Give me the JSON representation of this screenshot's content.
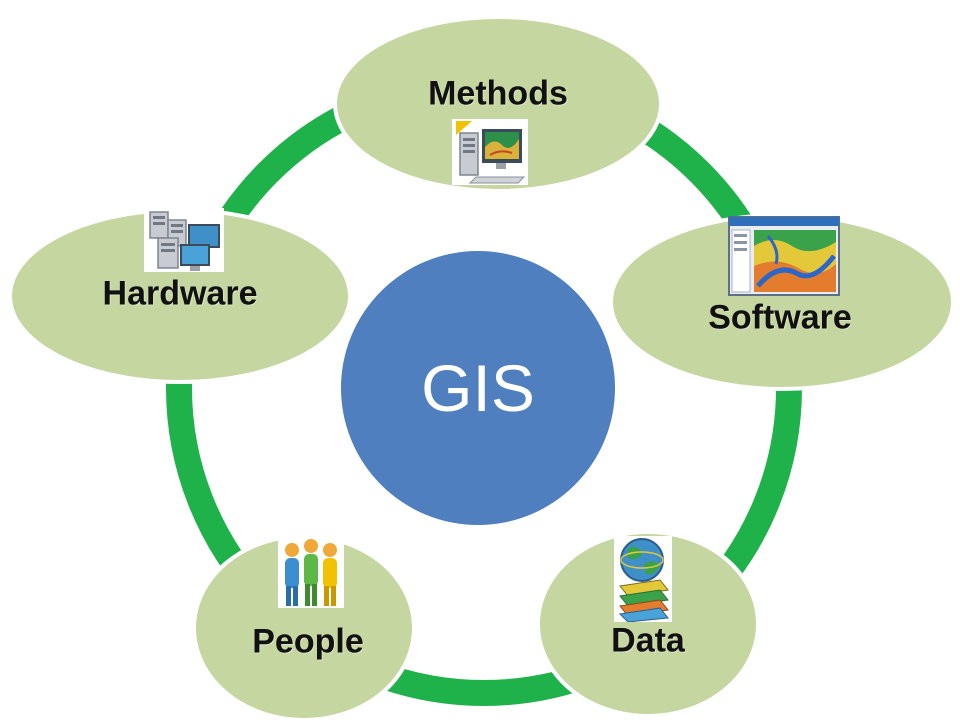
{
  "diagram": {
    "center": {
      "label": "GIS"
    },
    "nodes": [
      {
        "id": "methods",
        "label": "Methods",
        "icon": "computer-workstation-icon"
      },
      {
        "id": "software",
        "label": "Software",
        "icon": "map-software-window-icon"
      },
      {
        "id": "data",
        "label": "Data",
        "icon": "globe-map-layers-icon"
      },
      {
        "id": "people",
        "label": "People",
        "icon": "people-group-icon"
      },
      {
        "id": "hardware",
        "label": "Hardware",
        "icon": "server-computers-icon"
      }
    ]
  },
  "colors": {
    "ring": "#1fb24a",
    "node_fill": "#c5d6a0",
    "node_stroke": "#ffffff",
    "center_fill": "#4f7fbe",
    "center_text": "#ffffff",
    "label_text": "#111111"
  }
}
